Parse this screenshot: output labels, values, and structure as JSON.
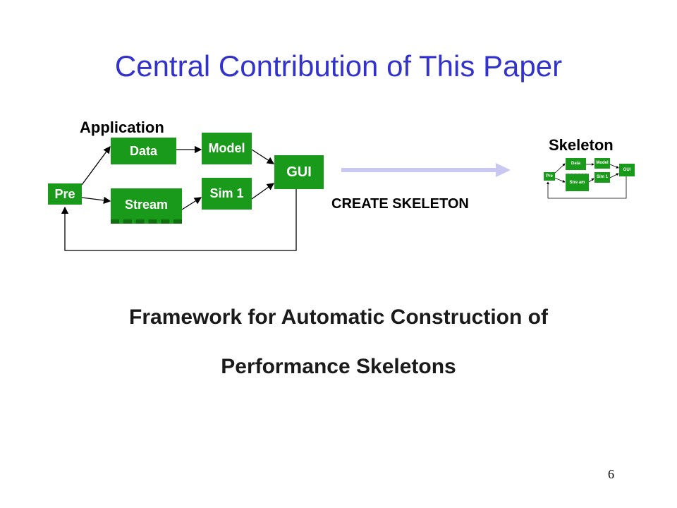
{
  "slide": {
    "title": "Central Contribution of This Paper",
    "page_number": "6"
  },
  "application": {
    "label": "Application",
    "boxes": {
      "pre": "Pre",
      "data": "Data",
      "stream": "Stream",
      "model": "Model",
      "sim1": "Sim 1",
      "gui": "GUI"
    }
  },
  "arrow_label": "CREATE SKELETON",
  "skeleton": {
    "label": "Skeleton",
    "boxes": {
      "pre": "Pre",
      "data": "Data",
      "stream": "Stre am",
      "model": "Model",
      "sim1": "Sim 1",
      "gui": "GUI"
    }
  },
  "main_text": {
    "line1": "Framework for Automatic Construction of",
    "line2": "Performance Skeletons"
  },
  "colors": {
    "title": "#3333cc",
    "box_green": "#1a9a1a",
    "arrow": "#c8c8f0"
  }
}
